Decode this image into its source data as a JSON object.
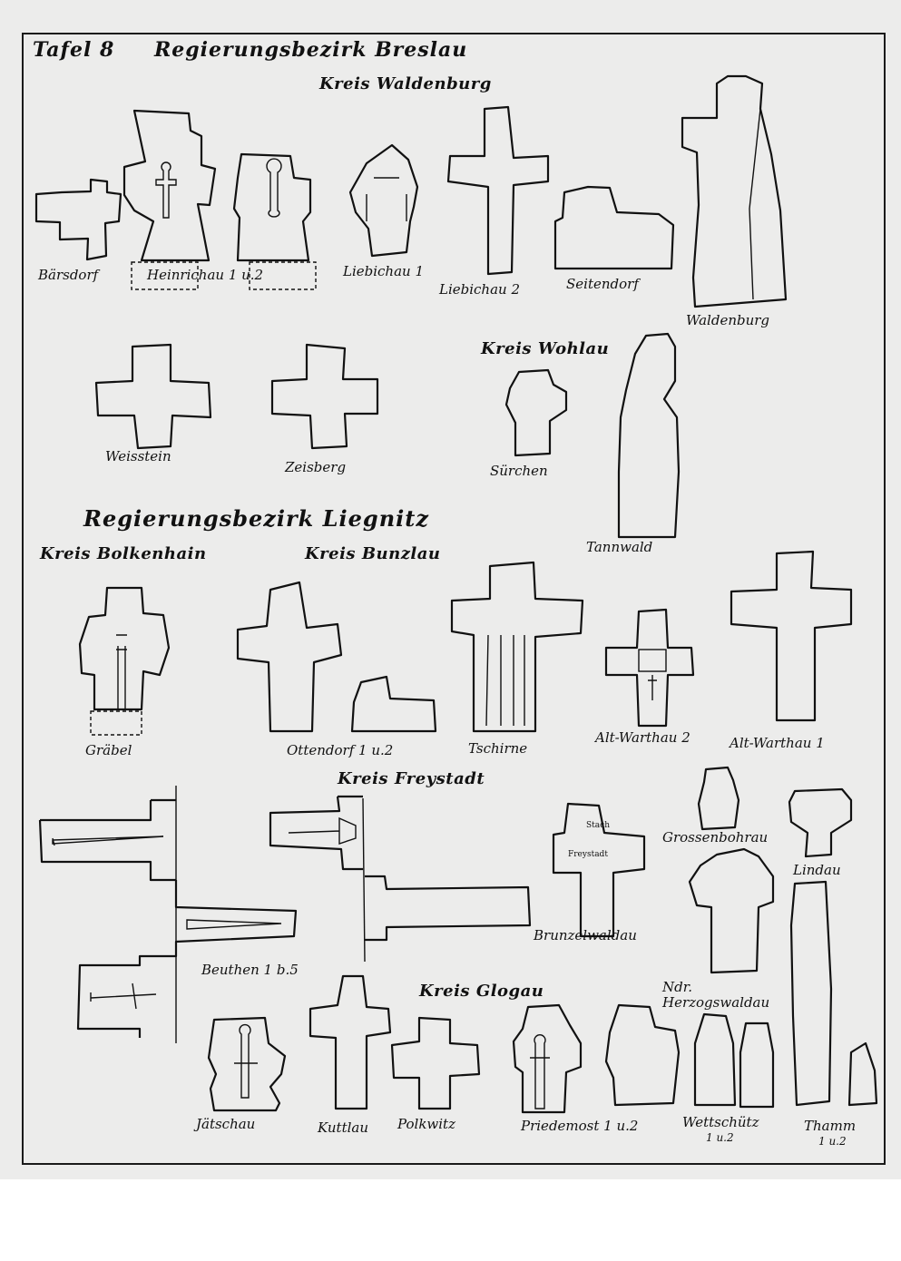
{
  "plate": {
    "title": "Tafel 8",
    "region_breslau": "Regierungsbezirk Breslau",
    "region_liegnitz": "Regierungsbezirk Liegnitz"
  },
  "districts": {
    "waldenburg": "Kreis Waldenburg",
    "wohlau": "Kreis Wohlau",
    "bolkenhain": "Kreis Bolkenhain",
    "bunzlau": "Kreis Bunzlau",
    "freystadt": "Kreis Freystadt",
    "glogau": "Kreis Glogau"
  },
  "stones": {
    "barsdorf": "Bärsdorf",
    "heinrichau": "Heinrichau 1 u.2",
    "liebichau1": "Liebichau 1",
    "liebichau2": "Liebichau 2",
    "seitendorf": "Seitendorf",
    "waldenburg": "Waldenburg",
    "weisstein": "Weisstein",
    "zeisberg": "Zeisberg",
    "surchen": "Sürchen",
    "tannwald": "Tannwald",
    "grabel": "Gräbel",
    "ottendorf": "Ottendorf 1 u.2",
    "tschirne": "Tschirne",
    "altwarthau2": "Alt-Warthau 2",
    "altwarthau1": "Alt-Warthau 1",
    "beuthen": "Beuthen 1 b.5",
    "brunzelwaldau": "Brunzelwaldau",
    "grossenbohrau": "Grossenbohrau",
    "lindau": "Lindau",
    "ndrherzogswaldau": "Ndr. Herzogswaldau",
    "jatschau": "Jätschau",
    "kuttlau": "Kuttlau",
    "polkwitz": "Polkwitz",
    "priedemost": "Priedemost 1 u.2",
    "wettschutz": "Wettschütz",
    "wettschutz_sub": "1 u.2",
    "thamm": "Thamm",
    "thamm_sub": "1 u.2"
  },
  "inscriptions": {
    "brunzelwaldau_top": "Stach",
    "brunzelwaldau_mid": "Freystadt"
  }
}
